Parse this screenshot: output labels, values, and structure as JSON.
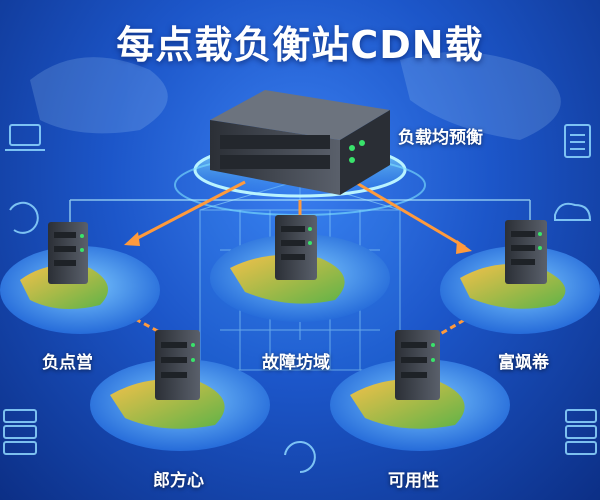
{
  "title": "每点载负衡站CDN载",
  "labels": {
    "main": "负载均预衡",
    "node_left": "负点営",
    "node_center": "故障坊域",
    "node_right": "富飒帣",
    "node_bottom_left": "郎方心",
    "node_bottom_right": "可用性"
  },
  "colors": {
    "background": "#1c56c9",
    "accent_arrow": "#ff9a3c",
    "glow": "#7fe3ff",
    "server": "#3b4048"
  },
  "icons": [
    "laptop-icon",
    "document-icon",
    "server-stack-icon",
    "refresh-icon",
    "cloud-icon"
  ]
}
